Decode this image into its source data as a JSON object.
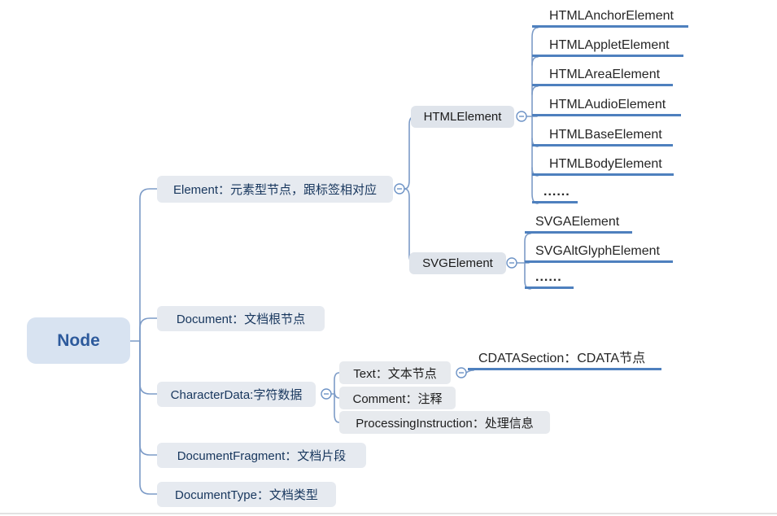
{
  "diagram": {
    "root": {
      "label": "Node"
    },
    "branches": [
      {
        "label": "Element：元素型节点，跟标签相对应",
        "children": [
          {
            "label": "HTMLElement",
            "children": [
              "HTMLAnchorElement",
              "HTMLAppletElement",
              "HTMLAreaElement",
              "HTMLAudioElement",
              "HTMLBaseElement",
              "HTMLBodyElement",
              "......"
            ]
          },
          {
            "label": "SVGElement",
            "children": [
              "SVGAElement",
              "SVGAltGlyphElement",
              "......"
            ]
          }
        ]
      },
      {
        "label": "Document：文档根节点"
      },
      {
        "label": "CharacterData:字符数据",
        "children": [
          {
            "label": "Text：文本节点",
            "children": [
              "CDATASection：CDATA节点"
            ]
          },
          {
            "label": "Comment：注释"
          },
          {
            "label": "ProcessingInstruction：处理信息"
          }
        ]
      },
      {
        "label": "DocumentFragment：文档片段"
      },
      {
        "label": "DocumentType：文档类型"
      }
    ],
    "colors": {
      "connector": "#7C9BC7",
      "leaf_underline": "#4E80BE",
      "root_bg": "#D8E3F1",
      "root_text": "#2D5A9C",
      "branch_bg": "#E6EAF0",
      "branch_text": "#17365D",
      "subnode_bg": "#DFE4EB",
      "leaf_text": "#262626",
      "bottom_border": "#E2E2E2"
    }
  }
}
